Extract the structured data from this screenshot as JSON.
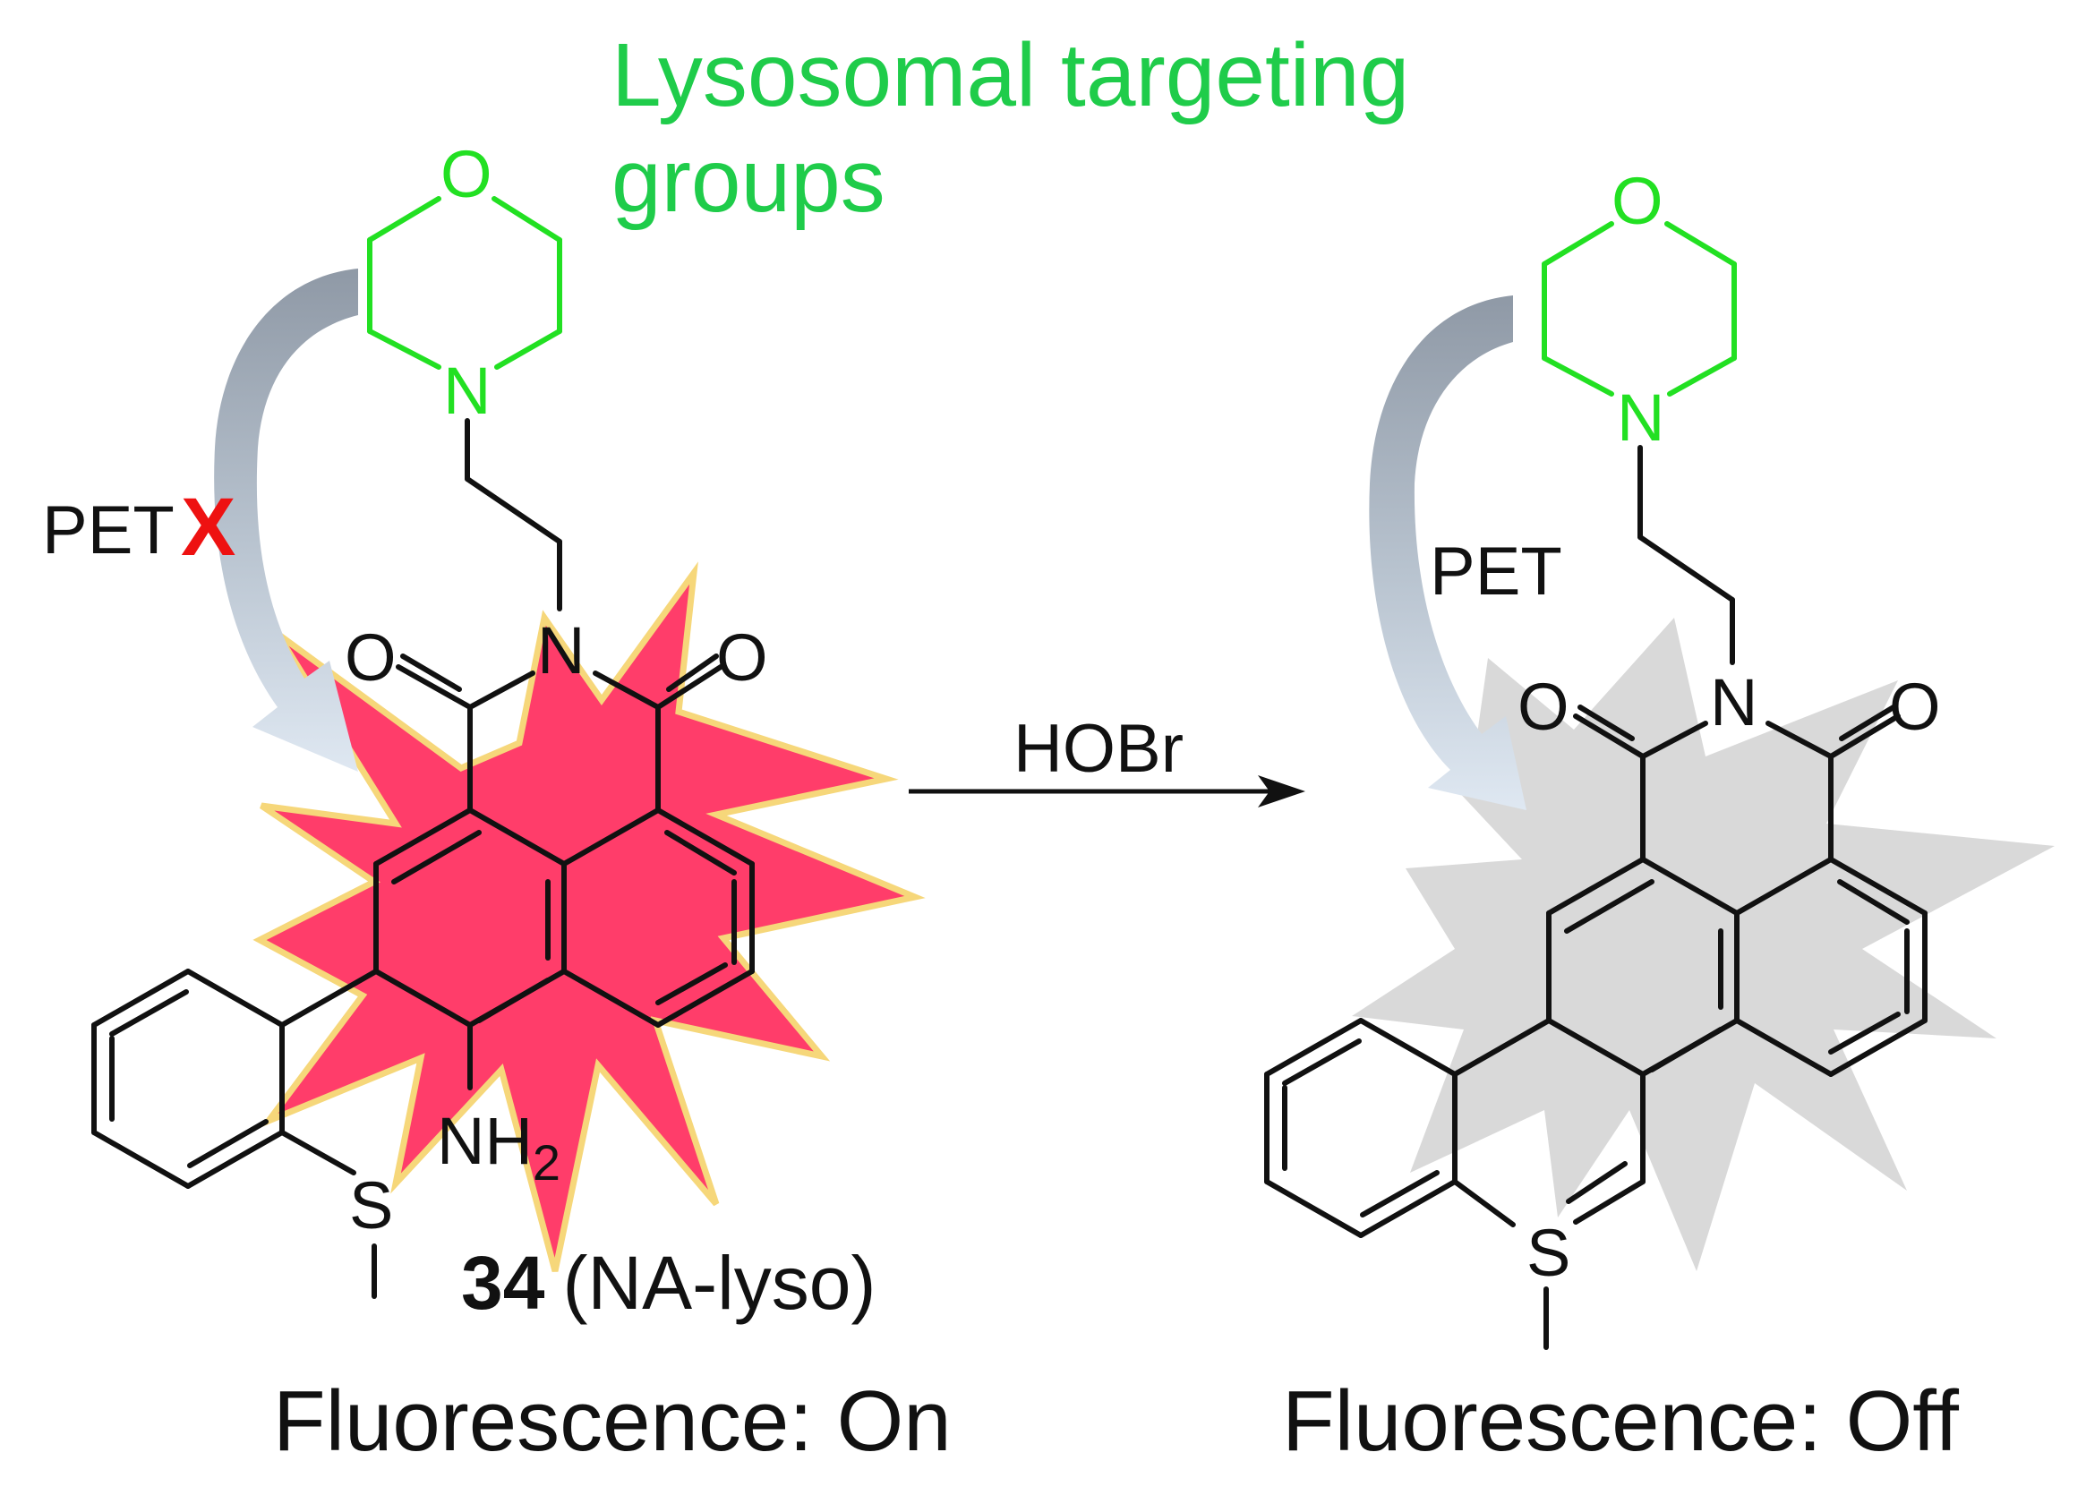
{
  "targeting_label_line1": "Lysosomal targeting",
  "targeting_label_line2": "groups",
  "left_molecule": {
    "pet_label": "PET",
    "blocked_mark": "X",
    "compound_number": "34",
    "compound_name": "(NA-lyso)",
    "amine_label": "NH",
    "amine_subscript": "2",
    "sulfur_label": "S",
    "imide_n": "N",
    "carbonyl_o_left": "O",
    "carbonyl_o_right": "O",
    "morpholine_o": "O",
    "morpholine_n": "N",
    "fluorescence_status": "Fluorescence: On"
  },
  "reaction": {
    "reagent": "HOBr"
  },
  "right_molecule": {
    "pet_label": "PET",
    "sulfur_label": "S",
    "imide_n": "N",
    "carbonyl_o_left": "O",
    "carbonyl_o_right": "O",
    "morpholine_o": "O",
    "morpholine_n": "N",
    "fluorescence_status": "Fluorescence: Off"
  },
  "colors": {
    "targeting_green": "#1fcc4a",
    "morpholine_green": "#22e022",
    "fluorescent_burst": "#ff3d6a",
    "burst_outline": "#f6d77a",
    "quenched_burst": "#d9d9d9",
    "blocked_mark": "#ee1111",
    "pet_arrow": "#9aa7b5"
  }
}
